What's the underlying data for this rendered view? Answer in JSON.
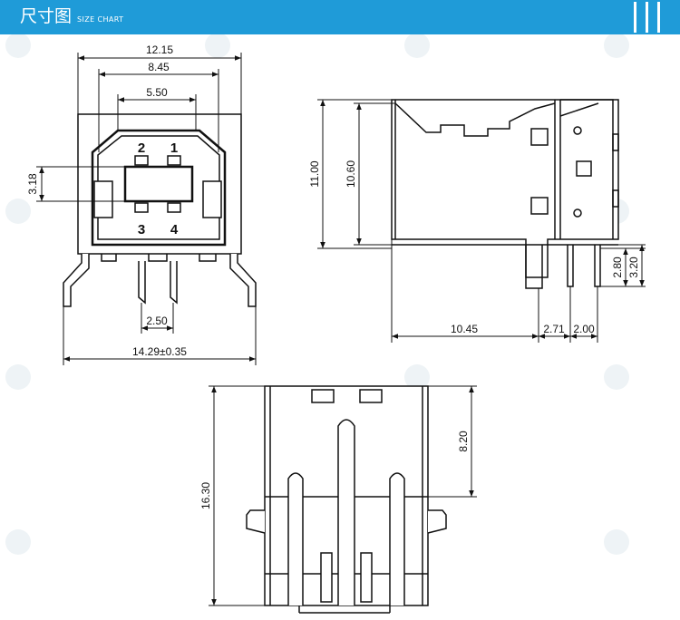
{
  "header": {
    "title_cn": "尺寸图",
    "title_en": "SIZE CHART",
    "accent_color": "#1f9bd8"
  },
  "dimensions": {
    "front_total_width": "12.15",
    "front_inner_width": "8.45",
    "front_port_width": "5.50",
    "front_port_height": "3.18",
    "front_pin_pitch": "2.50",
    "front_leg_span": "14.29±0.35",
    "side_total_height": "11.00",
    "side_body_height": "10.60",
    "side_body_depth": "10.45",
    "side_leg_offset": "2.71",
    "side_leg_pitch": "2.00",
    "side_pin_short": "2.80",
    "side_pin_long": "3.20",
    "bottom_total_length": "16.30",
    "bottom_tab_length": "8.20"
  },
  "pins": {
    "p1": "1",
    "p2": "2",
    "p3": "3",
    "p4": "4"
  }
}
